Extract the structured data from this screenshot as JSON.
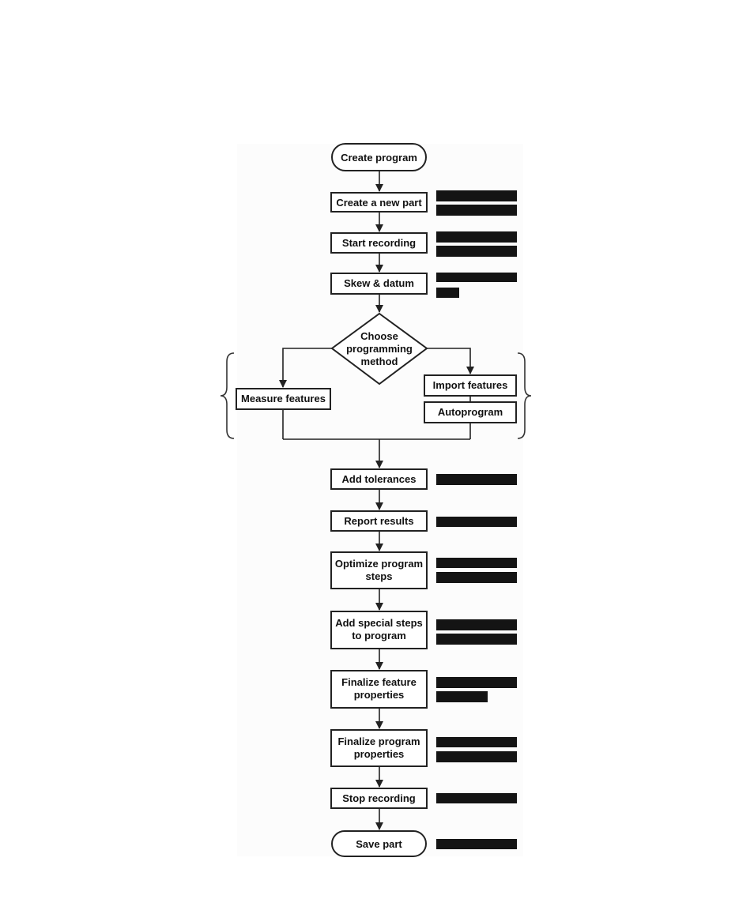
{
  "nodes": {
    "create_program": "Create program",
    "create_new_part": "Create a new part",
    "start_recording": "Start recording",
    "skew_datum": "Skew & datum",
    "choose_method": [
      "Choose",
      "programming",
      "method"
    ],
    "measure_features": "Measure features",
    "import_features": "Import features",
    "autoprogram": "Autoprogram",
    "add_tolerances": "Add tolerances",
    "report_results": "Report results",
    "optimize_steps": [
      "Optimize program",
      "steps"
    ],
    "add_special_steps": [
      "Add special steps",
      "to program"
    ],
    "finalize_feature": [
      "Finalize feature",
      "properties"
    ],
    "finalize_program": [
      "Finalize program",
      "properties"
    ],
    "stop_recording": "Stop recording",
    "save_part": "Save part"
  },
  "colors": {
    "stroke": "#222222",
    "redaction": "#141414",
    "panel": "#ffffff"
  }
}
